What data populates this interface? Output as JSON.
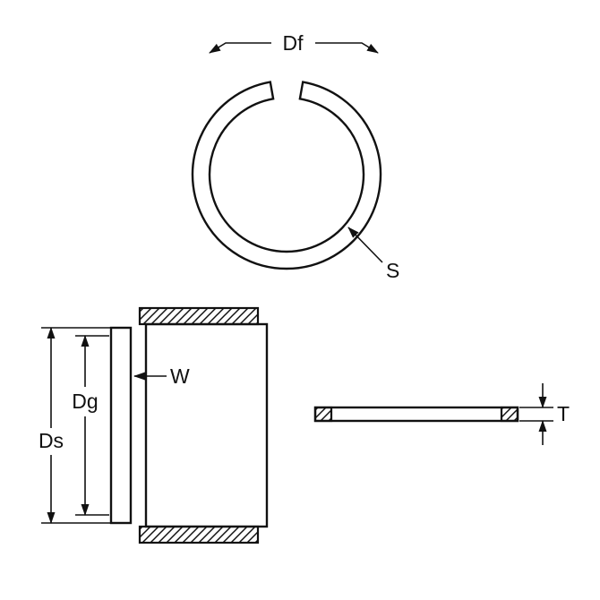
{
  "page": {
    "colors": {
      "bg": "#ffffff",
      "line": "#111111"
    }
  },
  "diagram": {
    "labels": {
      "free_diameter": "Df",
      "section": "S",
      "ring_width": "W",
      "groove_diameter": "Dg",
      "shaft_diameter": "Ds",
      "thickness": "T"
    }
  }
}
